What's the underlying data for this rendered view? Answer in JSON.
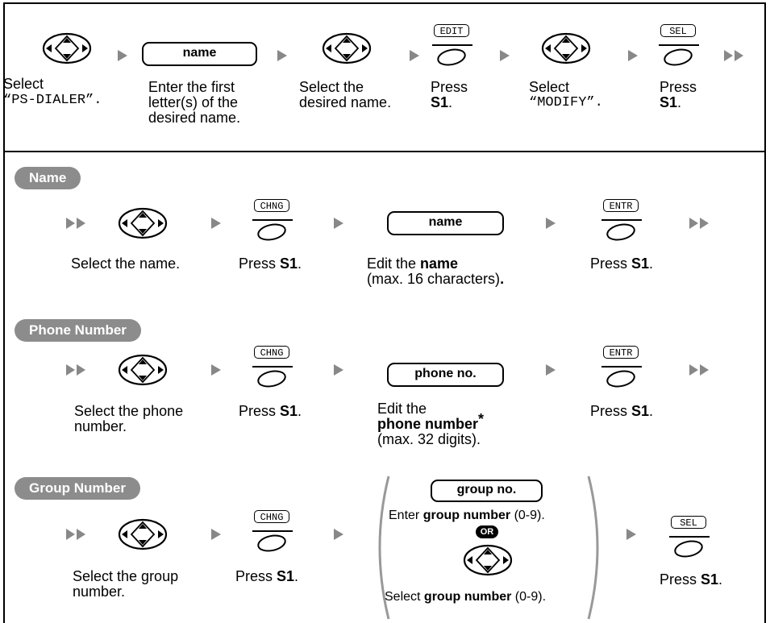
{
  "step1": {
    "label_select": "Select",
    "label_ps_dialer": "“PS-DIALER”."
  },
  "step2": {
    "pill": "name",
    "line1": "Enter the first",
    "line2": "letter(s) of the",
    "line3": "desired name."
  },
  "step3": {
    "line1": "Select the",
    "line2": "desired name."
  },
  "step4": {
    "softkey": "EDIT",
    "line1": "Press",
    "line2": "S1",
    "line2_suffix": "."
  },
  "step5": {
    "line1": "Select",
    "line2": "“MODIFY”."
  },
  "step6": {
    "softkey": "SEL",
    "line1": "Press",
    "line2": "S1",
    "line2_suffix": "."
  },
  "name_section": {
    "header": "Name",
    "select_text": "Select the name.",
    "softkey1": "CHNG",
    "press1": "Press ",
    "press1_bold": "S1",
    "press1_suffix": ".",
    "pill": "name",
    "edit_prefix": "Edit the ",
    "edit_bold": "name",
    "edit_line2": "(max. 16 characters)",
    "edit_line2_suffix": ".",
    "softkey2": "ENTR",
    "press2": "Press ",
    "press2_bold": "S1",
    "press2_suffix": "."
  },
  "phone_section": {
    "header": "Phone Number",
    "select_line1": "Select the phone",
    "select_line2": "number.",
    "softkey1": "CHNG",
    "press1": "Press ",
    "press1_bold": "S1",
    "press1_suffix": ".",
    "pill": "phone no.",
    "edit_line1": "Edit the",
    "edit_line2_bold": "phone number",
    "edit_star": "*",
    "edit_line3": "(max. 32 digits).",
    "softkey2": "ENTR",
    "press2": "Press ",
    "press2_bold": "S1",
    "press2_suffix": "."
  },
  "group_section": {
    "header": "Group Number",
    "select_line1": "Select the group",
    "select_line2": "number.",
    "softkey1": "CHNG",
    "press1": "Press ",
    "press1_bold": "S1",
    "press1_suffix": ".",
    "pill": "group no.",
    "enter_prefix": "Enter ",
    "enter_bold": "group number",
    "enter_suffix": " (0-9).",
    "or_badge": "OR",
    "sel_prefix": "Select ",
    "sel_bold": "group number",
    "sel_suffix": " (0-9).",
    "softkey2": "SEL",
    "press2": "Press ",
    "press2_bold": "S1",
    "press2_suffix": "."
  },
  "colors": {
    "header_bg": "#8c8c8c",
    "arrow": "#888888"
  }
}
